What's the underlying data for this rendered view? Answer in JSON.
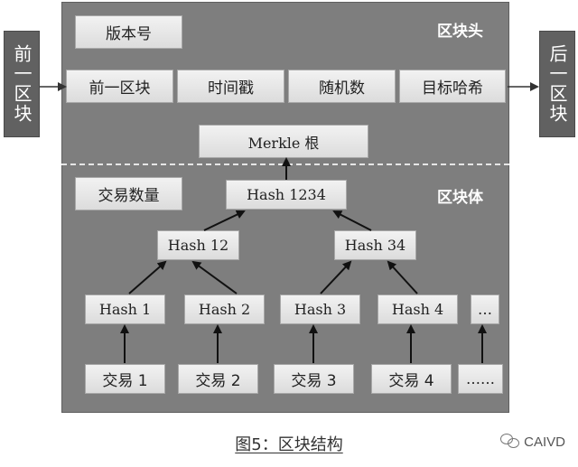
{
  "header": {
    "section_label": "区块头",
    "version": "版本号",
    "prev_hash": "前一区块",
    "timestamp": "时间戳",
    "nonce": "随机数",
    "target": "目标哈希",
    "merkle_root": "Merkle 根"
  },
  "body": {
    "section_label": "区块体",
    "tx_count": "交易数量",
    "hash_1234": "Hash 1234",
    "hash_12": "Hash 12",
    "hash_34": "Hash 34",
    "leaf_hashes": [
      "Hash 1",
      "Hash 2",
      "Hash 3",
      "Hash 4",
      "…"
    ],
    "transactions": [
      "交易 1",
      "交易 2",
      "交易 3",
      "交易 4",
      "……"
    ]
  },
  "side": {
    "prev_block": "前一区块",
    "next_block": "后一区块"
  },
  "caption": "图5：区块结构",
  "watermark": "CAIVD",
  "colors": {
    "block_bg": "#7e7e7e",
    "side_bg": "#616161",
    "box_bg": "#e8e8e8"
  }
}
